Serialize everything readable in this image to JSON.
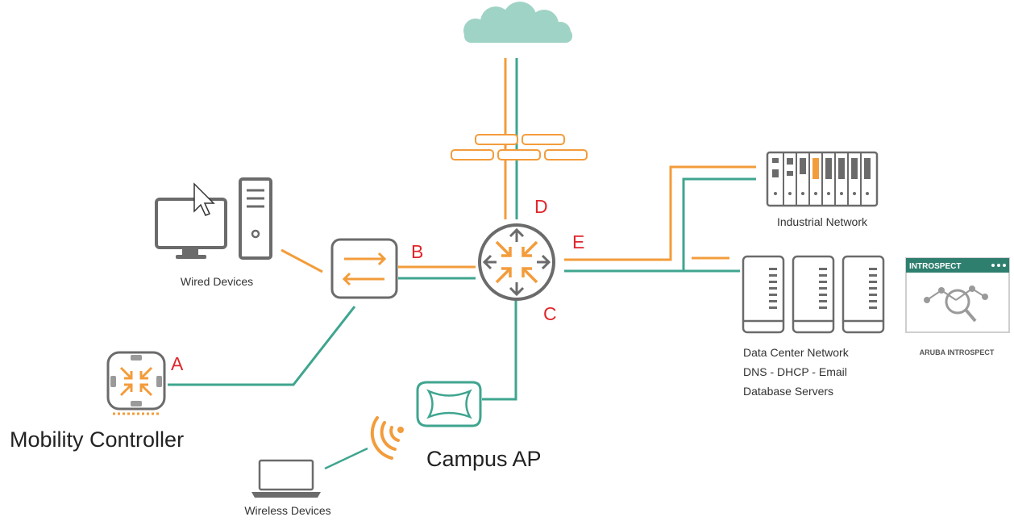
{
  "labels": {
    "wired_devices": "Wired Devices",
    "industrial_network": "Industrial Network",
    "data_center_line1": "Data Center Network",
    "data_center_line2": "DNS - DHCP - Email",
    "data_center_line3": "Database Servers",
    "mobility_controller": "Mobility Controller",
    "campus_ap": "Campus AP",
    "wireless_devices": "Wireless Devices",
    "introspect_header": "INTROSPECT",
    "aruba_introspect": "ARUBA INTROSPECT"
  },
  "markers": {
    "a": "A",
    "b": "B",
    "c": "C",
    "d": "D",
    "e": "E"
  },
  "colors": {
    "orange": "#f39c3b",
    "teal": "#3fa58f",
    "cloud": "#9fd3c6",
    "gray": "#6b6b6b",
    "marker_red": "#e0262b"
  }
}
